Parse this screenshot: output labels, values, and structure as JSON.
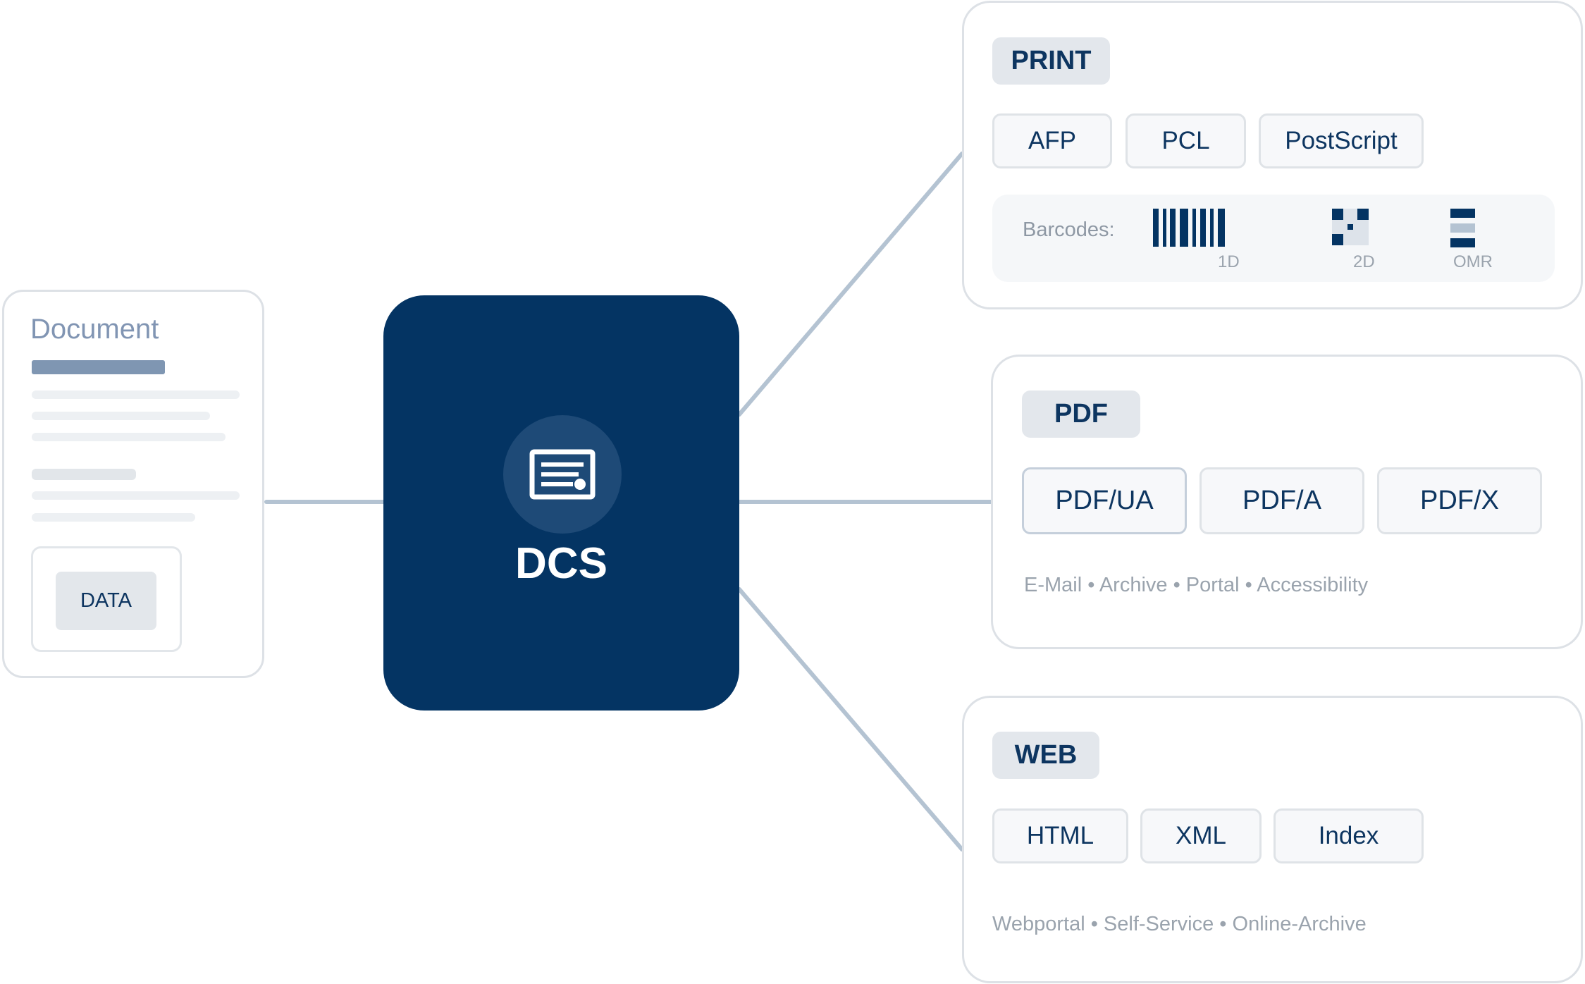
{
  "document": {
    "title": "Document",
    "data_label": "DATA"
  },
  "hub": {
    "label": "DCS",
    "icon": "document-template-icon"
  },
  "print": {
    "tag": "PRINT",
    "formats": [
      "AFP",
      "PCL",
      "PostScript"
    ],
    "barcodes_label": "Barcodes:",
    "barcodes": [
      {
        "caption": "1D",
        "icon": "barcode-1d-icon"
      },
      {
        "caption": "2D",
        "icon": "barcode-2d-icon"
      },
      {
        "caption": "OMR",
        "icon": "omr-marks-icon"
      }
    ]
  },
  "pdf": {
    "tag": "PDF",
    "formats": [
      "PDF/UA",
      "PDF/A",
      "PDF/X"
    ],
    "uses": "E-Mail • Archive • Portal • Accessibility"
  },
  "web": {
    "tag": "WEB",
    "formats": [
      "HTML",
      "XML",
      "Index"
    ],
    "uses": "Webportal • Self-Service • Online-Archive"
  },
  "colors": {
    "navy": "#043463",
    "connector": "#b4c3d2",
    "border": "#dde1e6",
    "tag_bg": "#e3e7ec",
    "muted_text": "#9aa3ad"
  }
}
